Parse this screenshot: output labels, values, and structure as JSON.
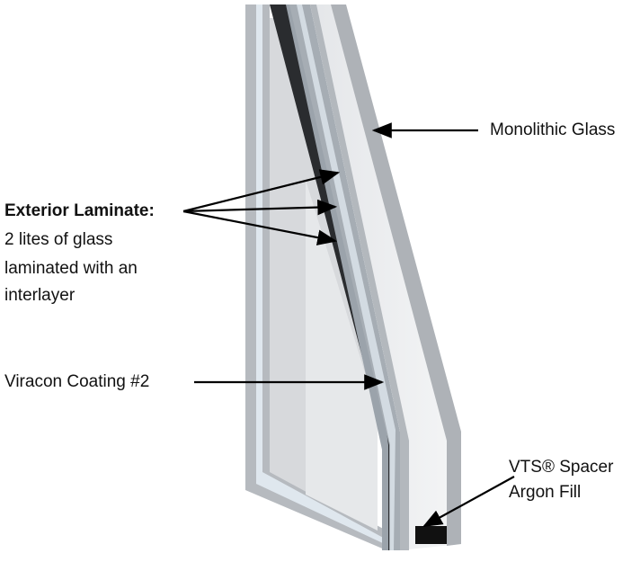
{
  "labels": {
    "monolithic": "Monolithic Glass",
    "exterior_title": "Exterior Laminate:",
    "exterior_lines": [
      "2 lites of glass",
      "laminated with an",
      "interlayer"
    ],
    "coating": "Viracon Coating #2",
    "spacer_line1": "VTS® Spacer",
    "spacer_line2": "Argon Fill"
  },
  "colors": {
    "glass_edge": "#a9adb3",
    "glass_face": "#eceef0",
    "interlayer": "#111111",
    "arrow": "#000000"
  }
}
